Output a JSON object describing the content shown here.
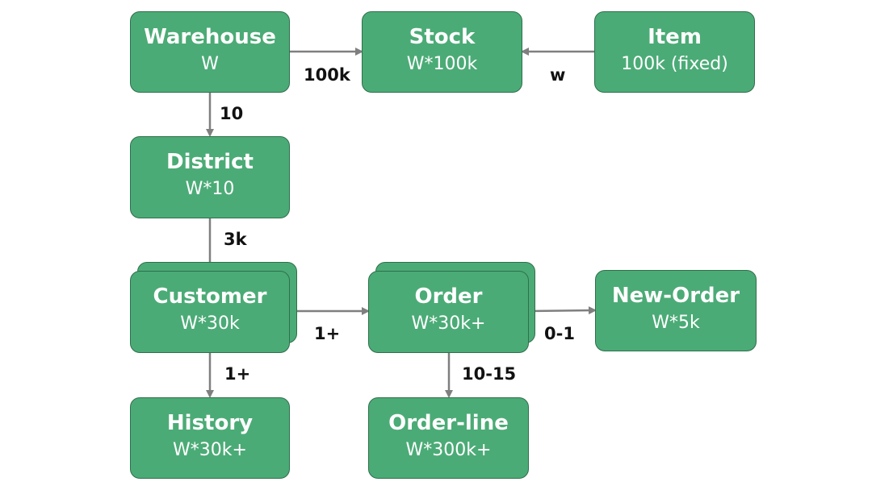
{
  "colors": {
    "node_fill": "#4bab76",
    "node_border": "#2f6f4c",
    "arrow": "#7f7f7f",
    "label_text": "#111111"
  },
  "nodes": {
    "warehouse": {
      "title": "Warehouse",
      "subtitle": "W"
    },
    "stock": {
      "title": "Stock",
      "subtitle": "W*100k"
    },
    "item": {
      "title": "Item",
      "subtitle": "100k (fixed)"
    },
    "district": {
      "title": "District",
      "subtitle": "W*10"
    },
    "customer": {
      "title": "Customer",
      "subtitle": "W*30k"
    },
    "order": {
      "title": "Order",
      "subtitle": "W*30k+"
    },
    "new_order": {
      "title": "New-Order",
      "subtitle": "W*5k"
    },
    "history": {
      "title": "History",
      "subtitle": "W*30k+"
    },
    "order_line": {
      "title": "Order-line",
      "subtitle": "W*300k+"
    }
  },
  "edges": {
    "warehouse_stock": {
      "label": "100k"
    },
    "item_stock": {
      "label": "w"
    },
    "warehouse_district": {
      "label": "10"
    },
    "district_customer": {
      "label": "3k"
    },
    "customer_order": {
      "label": "1+"
    },
    "order_new_order": {
      "label": "0-1"
    },
    "customer_history": {
      "label": "1+"
    },
    "order_order_line": {
      "label": "10-15"
    }
  }
}
